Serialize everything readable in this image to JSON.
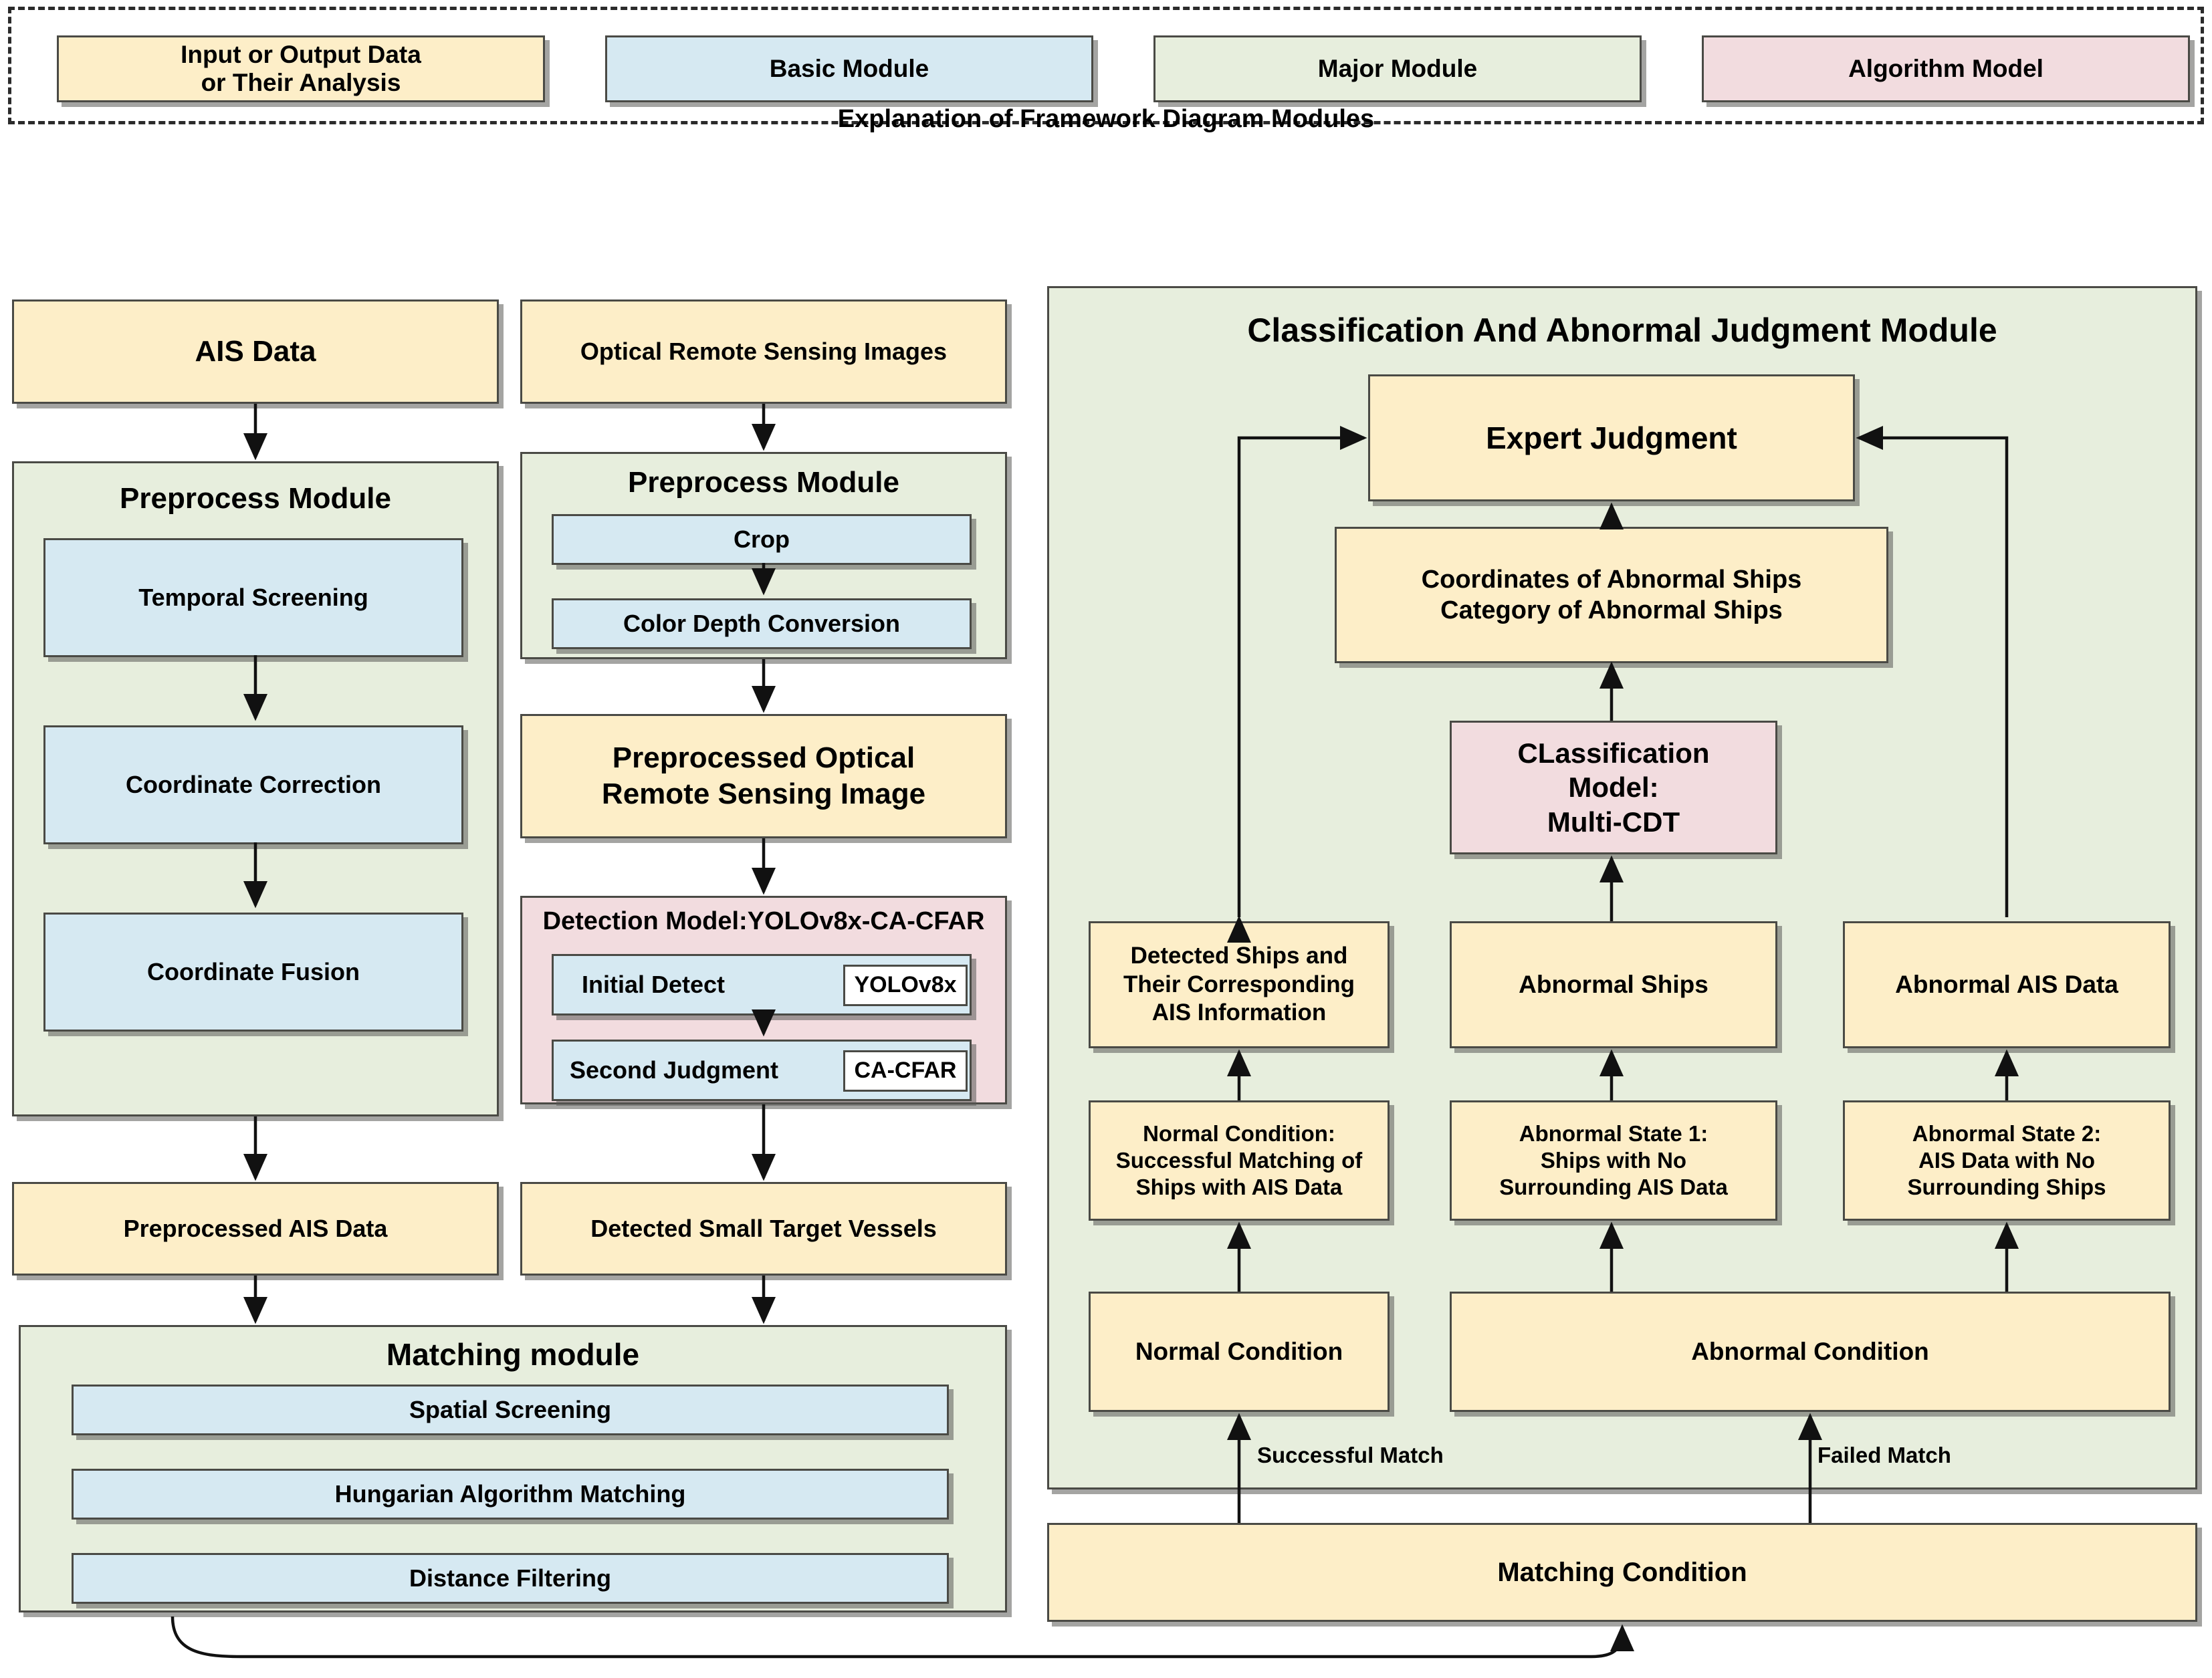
{
  "legend": {
    "caption": "Explanation of Framework Diagram Modules",
    "items": [
      {
        "label": "Input or Output Data\nor Their Analysis",
        "color": "#fdeec8",
        "kind": "yellow"
      },
      {
        "label": "Basic Module",
        "color": "#d6e9f2",
        "kind": "blue"
      },
      {
        "label": "Major Module",
        "color": "#e7eedd",
        "kind": "green"
      },
      {
        "label": "Algorithm Model",
        "color": "#f2dcdf",
        "kind": "pink"
      }
    ]
  },
  "ais_column": {
    "input": "AIS Data",
    "preprocess_title": "Preprocess Module",
    "steps": [
      "Temporal Screening",
      "Coordinate Correction",
      "Coordinate Fusion"
    ],
    "output": "Preprocessed AIS Data"
  },
  "optical_column": {
    "input": "Optical Remote Sensing Images",
    "preprocess_title": "Preprocess Module",
    "steps": [
      "Crop",
      "Color Depth Conversion"
    ],
    "preprocessed": "Preprocessed Optical\nRemote Sensing Image",
    "detection_title": "Detection Model:YOLOv8x-CA-CFAR",
    "detection_rows": [
      {
        "label": "Initial Detect",
        "model": "YOLOv8x"
      },
      {
        "label": "Second Judgment",
        "model": "CA-CFAR"
      }
    ],
    "output": "Detected Small Target Vessels"
  },
  "matching_module": {
    "title": "Matching module",
    "steps": [
      "Spatial Screening",
      "Hungarian Algorithm Matching",
      "Distance Filtering"
    ]
  },
  "classification_panel": {
    "title": "Classification And Abnormal Judgment Module",
    "expert_judgment": "Expert Judgment",
    "coordinates_box": "Coordinates of Abnormal Ships\nCategory of Abnormal Ships",
    "classification_model": "CLassification\nModel:\nMulti-CDT",
    "results_row": [
      "Detected Ships and\nTheir Corresponding\nAIS Information",
      "Abnormal Ships",
      "Abnormal  AIS Data"
    ],
    "states_row": [
      "Normal Condition:\nSuccessful Matching of\nShips with AIS Data",
      "Abnormal State 1:\nShips with No\nSurrounding AIS Data",
      "Abnormal State 2:\nAIS Data with No\nSurrounding Ships"
    ],
    "condition_row": [
      "Normal Condition",
      "Abnormal Condition"
    ],
    "edge_labels": [
      "Successful Match",
      "Failed Match"
    ],
    "matching_condition": "Matching Condition"
  },
  "colors": {
    "data_yellow": "#fdeec8",
    "basic_blue": "#d6e9f2",
    "major_green": "#e7eedd",
    "algorithm_pink": "#f2dcdf",
    "border": "#4a4a45",
    "line": "#111111"
  }
}
